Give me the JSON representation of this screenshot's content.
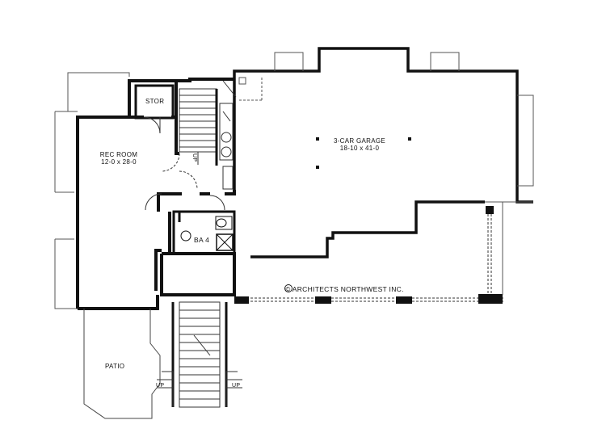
{
  "rooms": {
    "garage_name": "3-CAR GARAGE",
    "garage_size": "18-10 x 41-0",
    "rec_name": "REC ROOM",
    "rec_size": "12-0 x 28-0",
    "storage": "STOR",
    "bath": "BA 4",
    "patio": "PATIO"
  },
  "stairs": {
    "up_main": "UP",
    "up_left": "UP",
    "up_right": "UP"
  },
  "copyright": "© ARCHITECTS NORTHWEST INC."
}
